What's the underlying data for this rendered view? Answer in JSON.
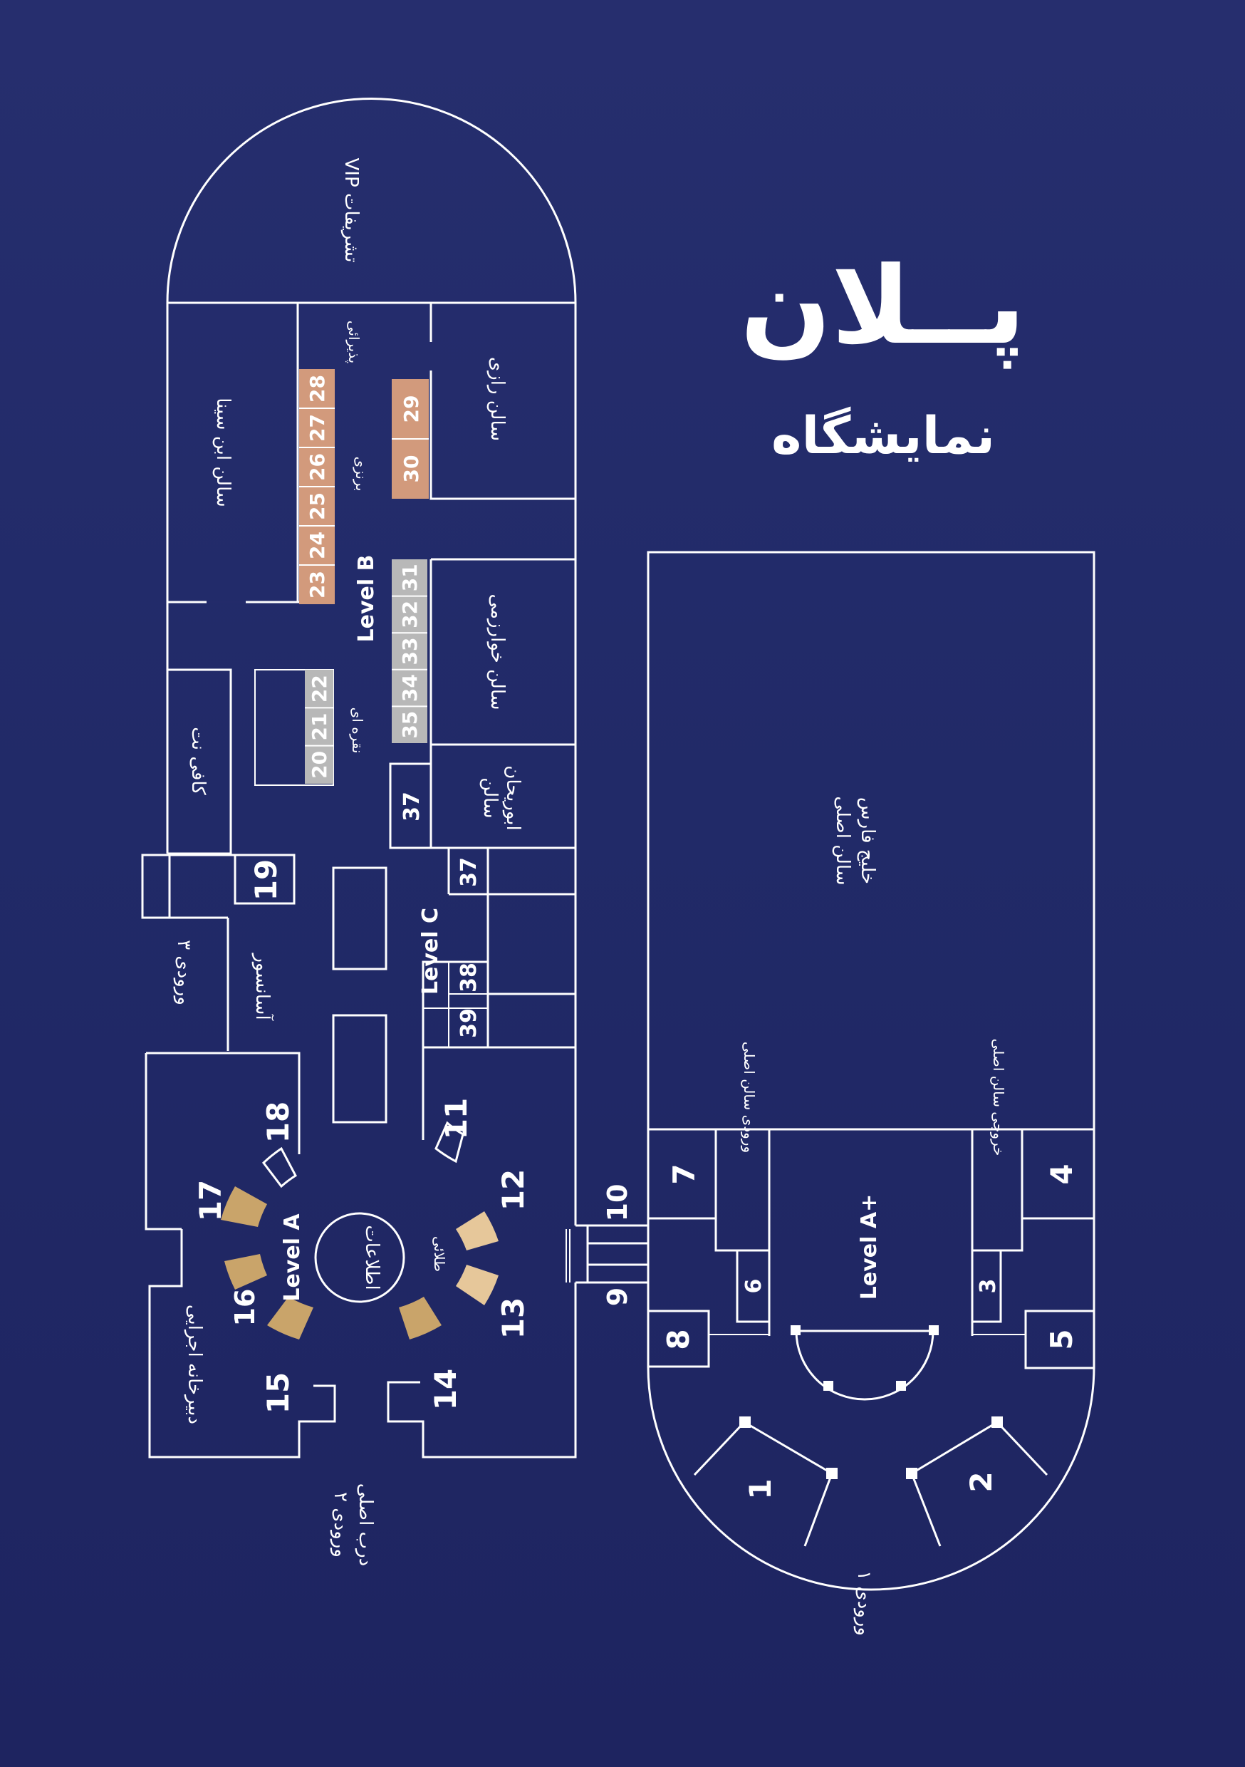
{
  "title": {
    "main": "پــلان",
    "sub": "نمایشگاه"
  },
  "colors": {
    "background": "#232b6a",
    "line": "#ffffff",
    "bronze": "#d29a7c",
    "silver": "#b8b8b8",
    "gold": "#c9a46a",
    "gold_light": "#e6c79a"
  },
  "halls": {
    "vip": "تشریفات VIP",
    "ibn_sina": "سالن ابن سینا",
    "reception": "پذیرائی",
    "razi": "سالن رازی",
    "kharazmi": "سالن خوارزمی",
    "abu_reyhan_1": "سالن",
    "abu_reyhan_2": "ابوریحان",
    "cafe": "کافی نت",
    "elevator": "آسانسور",
    "persian_gulf_1": "سالن اصلی",
    "persian_gulf_2": "خلیج فارس",
    "executive": "دبیرخانه اجرایی",
    "information": "اطلاعات",
    "main_hall_entry": "ورودی سالن اصلی",
    "main_hall_exit": "خروجی سالن اصلی"
  },
  "tiers": {
    "bronze": "برنزی",
    "silver": "نقره ای",
    "gold": "طلائی"
  },
  "levels": {
    "a": "Level A",
    "a_plus": "Level A+",
    "b": "Level B",
    "c": "Level C"
  },
  "entrances": {
    "e1": "ورودی ۱",
    "e2_1": "ورودی ۲",
    "e2_2": "درب اصلی",
    "e3": "ورودی ۳"
  },
  "booths": {
    "bronze_col": [
      "28",
      "27",
      "26",
      "25",
      "24",
      "23"
    ],
    "bronze_razi": [
      "29",
      "30"
    ],
    "silver_col": [
      "31",
      "32",
      "33",
      "34",
      "35"
    ],
    "silver_small": [
      "22",
      "21",
      "20"
    ],
    "b37": "37",
    "c37": "37",
    "c38": "38",
    "c39": "39",
    "b19": "19",
    "b18": "18",
    "b17": "17",
    "b16": "16",
    "b15": "15",
    "b14": "14",
    "b13": "13",
    "b12": "12",
    "b11": "11",
    "b10": "10",
    "b9": "9",
    "b8": "8",
    "b7": "7",
    "b6": "6",
    "b5": "5",
    "b4": "4",
    "b3": "3",
    "b2": "2",
    "b1": "1"
  }
}
